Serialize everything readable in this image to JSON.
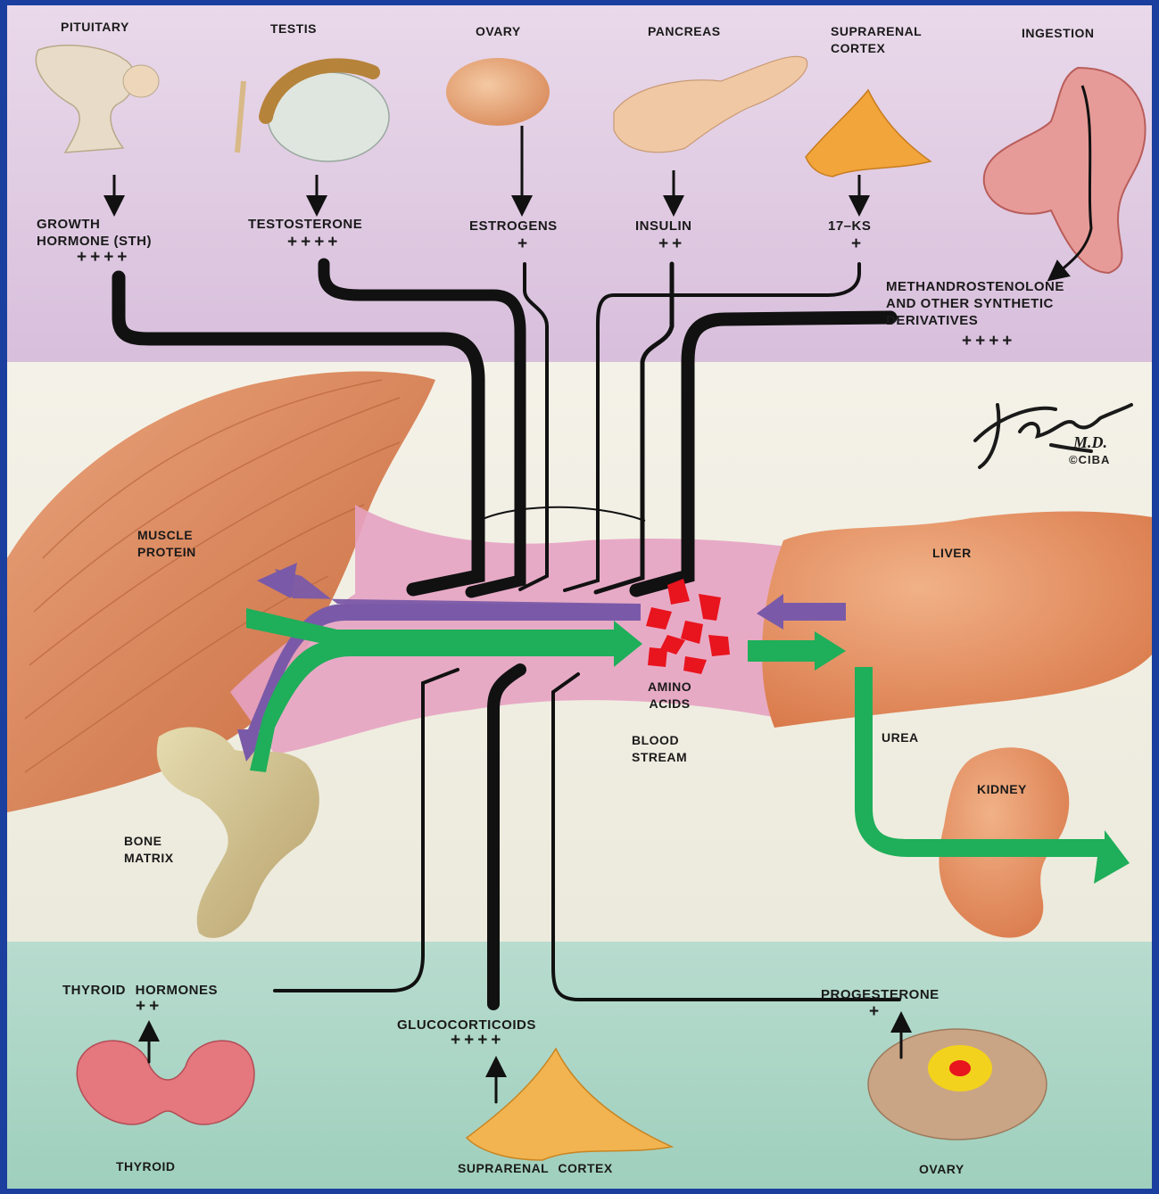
{
  "organs_top": {
    "pituitary": "PITUITARY",
    "testis": "TESTIS",
    "ovary": "OVARY",
    "pancreas": "PANCREAS",
    "suprarenal_cortex": "SUPRARENAL\nCORTEX",
    "ingestion": "INGESTION"
  },
  "hormones_top": {
    "growth_hormone": "GROWTH\nHORMONE (STH)",
    "growth_hormone_effect": "++++",
    "testosterone": "TESTOSTERONE",
    "testosterone_effect": "++++",
    "estrogens": "ESTROGENS",
    "estrogens_effect": "+",
    "insulin": "INSULIN",
    "insulin_effect": "++",
    "ks17": "17–KS",
    "ks17_effect": "+",
    "methandrostenolone": "METHANDROSTENOLONE\nAND OTHER SYNTHETIC\nDERIVATIVES",
    "methandrostenolone_effect": "++++"
  },
  "tissues": {
    "muscle_protein": "MUSCLE\nPROTEIN",
    "liver": "LIVER",
    "amino_acids": "AMINO\nACIDS",
    "blood_stream": "BLOOD\nSTREAM",
    "urea": "UREA",
    "kidney": "KIDNEY",
    "bone_matrix": "BONE\nMATRIX"
  },
  "signature": {
    "name": "F. Netter M.D.",
    "copyright": "©CIBA"
  },
  "hormones_bottom": {
    "thyroid_hormones": "THYROID HORMONES",
    "thyroid_hormones_effect": "++",
    "glucocorticoids": "GLUCOCORTICOIDS",
    "glucocorticoids_effect": "++++",
    "progesterone": "PROGESTERONE",
    "progesterone_effect": "+"
  },
  "organs_bottom": {
    "thyroid": "THYROID",
    "suprarenal_cortex": "SUPRARENAL CORTEX",
    "ovary": "OVARY"
  },
  "colors": {
    "anabolic_arrow": "#7a5aa8",
    "catabolic_arrow": "#1fae5a",
    "hormone_arrow": "#111111",
    "amino_acid": "#e8141e",
    "blood_stream": "#e6a2c2"
  }
}
